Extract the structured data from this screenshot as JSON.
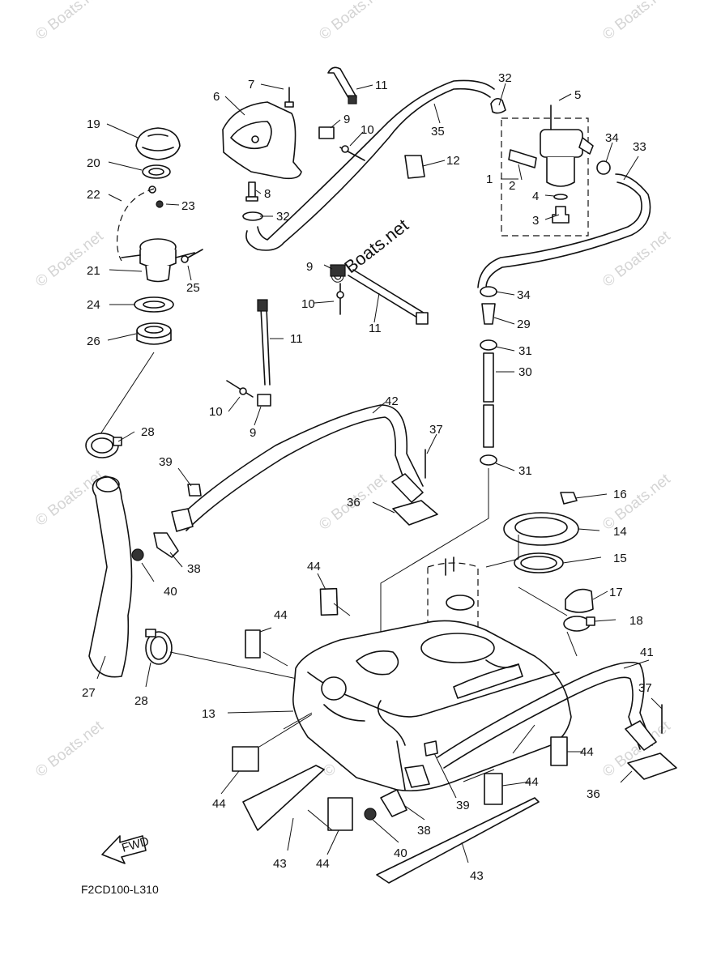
{
  "diagram_code": "F2CD100-L310",
  "fwd_label": "FWD",
  "watermark": "© Boats.net",
  "watermark_center": "© Boats.net",
  "labels": [
    {
      "id": "l1",
      "text": "1"
    },
    {
      "id": "l2",
      "text": "2"
    },
    {
      "id": "l3",
      "text": "3"
    },
    {
      "id": "l4",
      "text": "4"
    },
    {
      "id": "l5",
      "text": "5"
    },
    {
      "id": "l6",
      "text": "6"
    },
    {
      "id": "l7",
      "text": "7"
    },
    {
      "id": "l8",
      "text": "8"
    },
    {
      "id": "l9a",
      "text": "9"
    },
    {
      "id": "l9b",
      "text": "9"
    },
    {
      "id": "l9c",
      "text": "9"
    },
    {
      "id": "l10a",
      "text": "10"
    },
    {
      "id": "l10b",
      "text": "10"
    },
    {
      "id": "l10c",
      "text": "10"
    },
    {
      "id": "l11a",
      "text": "11"
    },
    {
      "id": "l11b",
      "text": "11"
    },
    {
      "id": "l11c",
      "text": "11"
    },
    {
      "id": "l12",
      "text": "12"
    },
    {
      "id": "l13",
      "text": "13"
    },
    {
      "id": "l14",
      "text": "14"
    },
    {
      "id": "l15",
      "text": "15"
    },
    {
      "id": "l16",
      "text": "16"
    },
    {
      "id": "l17",
      "text": "17"
    },
    {
      "id": "l18",
      "text": "18"
    },
    {
      "id": "l19",
      "text": "19"
    },
    {
      "id": "l20",
      "text": "20"
    },
    {
      "id": "l21",
      "text": "21"
    },
    {
      "id": "l22",
      "text": "22"
    },
    {
      "id": "l23",
      "text": "23"
    },
    {
      "id": "l24",
      "text": "24"
    },
    {
      "id": "l25",
      "text": "25"
    },
    {
      "id": "l26",
      "text": "26"
    },
    {
      "id": "l27",
      "text": "27"
    },
    {
      "id": "l28a",
      "text": "28"
    },
    {
      "id": "l28b",
      "text": "28"
    },
    {
      "id": "l29",
      "text": "29"
    },
    {
      "id": "l30",
      "text": "30"
    },
    {
      "id": "l31a",
      "text": "31"
    },
    {
      "id": "l31b",
      "text": "31"
    },
    {
      "id": "l32a",
      "text": "32"
    },
    {
      "id": "l32b",
      "text": "32"
    },
    {
      "id": "l33",
      "text": "33"
    },
    {
      "id": "l34a",
      "text": "34"
    },
    {
      "id": "l34b",
      "text": "34"
    },
    {
      "id": "l35",
      "text": "35"
    },
    {
      "id": "l36a",
      "text": "36"
    },
    {
      "id": "l36b",
      "text": "36"
    },
    {
      "id": "l37a",
      "text": "37"
    },
    {
      "id": "l37b",
      "text": "37"
    },
    {
      "id": "l38a",
      "text": "38"
    },
    {
      "id": "l38b",
      "text": "38"
    },
    {
      "id": "l39a",
      "text": "39"
    },
    {
      "id": "l39b",
      "text": "39"
    },
    {
      "id": "l40a",
      "text": "40"
    },
    {
      "id": "l40b",
      "text": "40"
    },
    {
      "id": "l41",
      "text": "41"
    },
    {
      "id": "l42",
      "text": "42"
    },
    {
      "id": "l43a",
      "text": "43"
    },
    {
      "id": "l43b",
      "text": "43"
    },
    {
      "id": "l44a",
      "text": "44"
    },
    {
      "id": "l44b",
      "text": "44"
    },
    {
      "id": "l44c",
      "text": "44"
    },
    {
      "id": "l44d",
      "text": "44"
    },
    {
      "id": "l44e",
      "text": "44"
    },
    {
      "id": "l44f",
      "text": "44"
    },
    {
      "id": "l44g",
      "text": "44"
    }
  ]
}
